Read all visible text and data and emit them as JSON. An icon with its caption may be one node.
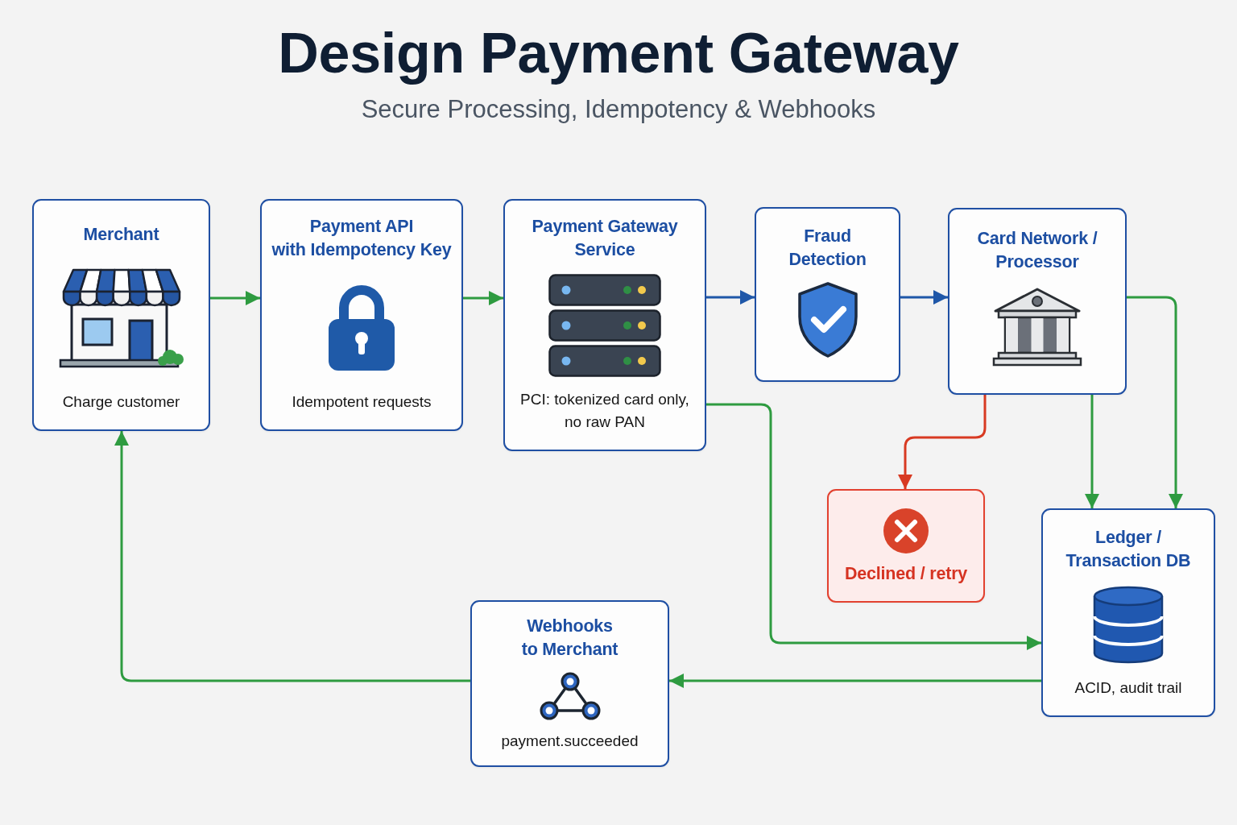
{
  "diagram": {
    "title": "Design Payment Gateway",
    "nodes": [
      {
        "text": [
          "Merchant",
          "Charge customer"
        ]
      },
      {
        "text": [
          "Payment API with Idempotency Key",
          "Idempotent requests"
        ]
      },
      {
        "text": [
          "Payment Gateway Service",
          "PCI: tokenized card only, no raw PAN"
        ]
      },
      {
        "text": [
          "Fraud Detection"
        ]
      },
      {
        "text": [
          "Card Network / Processor"
        ]
      },
      {
        "text": [
          "Declined / retry"
        ]
      },
      {
        "text": [
          "Ledger / Transaction DB",
          "ACID, audit trail"
        ]
      },
      {
        "text": [
          "Webhooks to Merchant",
          "payment.succeeded"
        ]
      }
    ],
    "edges": [
      {
        "from": 0,
        "to": 1,
        "arrow": "to"
      },
      {
        "from": 1,
        "to": 2,
        "arrow": "to"
      },
      {
        "from": 2,
        "to": 3,
        "arrow": "to",
        "color": "#1f57a8"
      },
      {
        "from": 3,
        "to": 4,
        "arrow": "to",
        "color": "#1f57a8"
      },
      {
        "from": 4,
        "to": 5,
        "arrow": "to",
        "color": "#d83a22"
      },
      {
        "from": 4,
        "to": 6,
        "arrow": "to"
      },
      {
        "from": 4,
        "to": 6,
        "arrow": "to"
      },
      {
        "from": 2,
        "to": 6,
        "arrow": "to"
      },
      {
        "from": 6,
        "to": 7,
        "arrow": "to"
      },
      {
        "from": 7,
        "to": 0,
        "arrow": "to"
      }
    ],
    "labels": [
      "Secure Processing, Idempotency & Webhooks"
    ]
  }
}
